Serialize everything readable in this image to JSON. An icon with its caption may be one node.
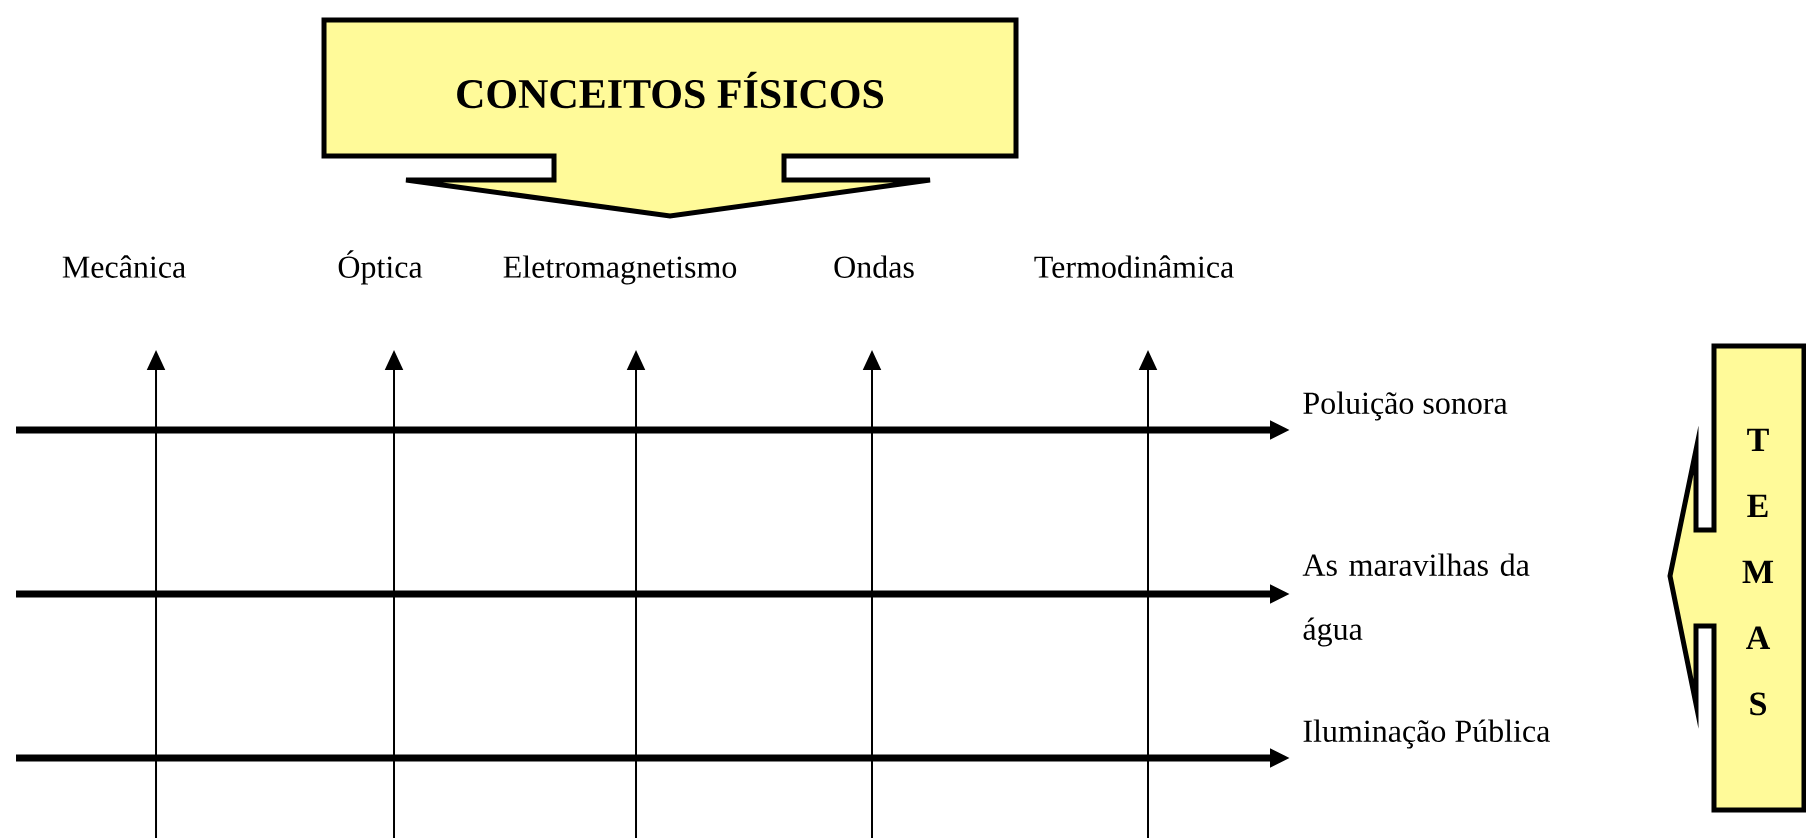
{
  "diagram": {
    "nodes": [
      {
        "text": [
          "CONCEITOS FÍSICOS"
        ]
      },
      {
        "text": [
          "T",
          "E",
          "M",
          "A",
          "S"
        ]
      },
      {
        "text": [
          "Mecânica"
        ]
      },
      {
        "text": [
          "Óptica"
        ]
      },
      {
        "text": [
          "Eletromagnetismo"
        ]
      },
      {
        "text": [
          "Ondas"
        ]
      },
      {
        "text": [
          "Termodinâmica"
        ]
      },
      {
        "text": [
          "Poluição sonora"
        ]
      },
      {
        "text": [
          "As maravilhas da água"
        ]
      },
      {
        "text": [
          "Iluminação Pública"
        ]
      }
    ],
    "edges": [
      {
        "from": null,
        "to": 2,
        "arrow": "to"
      },
      {
        "from": null,
        "to": 3,
        "arrow": "to"
      },
      {
        "from": null,
        "to": 4,
        "arrow": "to"
      },
      {
        "from": null,
        "to": 5,
        "arrow": "to"
      },
      {
        "from": null,
        "to": 6,
        "arrow": "to"
      },
      {
        "from": null,
        "to": 7,
        "arrow": "to",
        "style": "thick"
      },
      {
        "from": null,
        "to": 8,
        "arrow": "to",
        "style": "thick"
      },
      {
        "from": null,
        "to": 9,
        "arrow": "to",
        "style": "thick"
      }
    ]
  }
}
